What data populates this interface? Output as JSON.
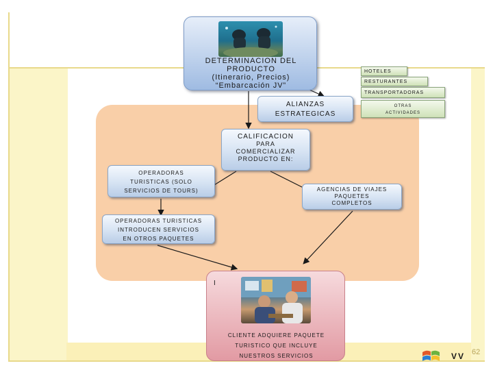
{
  "main_box": {
    "lines": [
      "DETERMINACION DEL",
      "PRODUCTO",
      "(Itinerario, Precios)",
      "“Embarcación JV”"
    ]
  },
  "alliances": {
    "lines": [
      "ALIANZAS",
      "ESTRATEGICAS"
    ]
  },
  "partners": [
    "HOTELES",
    "RESTURANTES",
    "TRANSPORTADORAS",
    "OTRAS",
    "ACTIVIDADES"
  ],
  "qualification": {
    "lines": [
      "CALIFICACION",
      "PARA",
      "COMERCIALIZAR",
      "PRODUCTO EN:"
    ]
  },
  "operators": {
    "lines": [
      "OPERADORAS",
      "TURISTICAS (SOLO",
      "SERVICIOS DE TOURS)"
    ]
  },
  "agencies": {
    "lines": [
      "AGENCIAS DE VIAJES",
      "PAQUETES",
      "COMPLETOS"
    ]
  },
  "operators_packages": {
    "lines": [
      "OPERADORAS TURISTICAS",
      "INTRODUCEN SERVICIOS",
      "EN OTROS PAQUETES"
    ]
  },
  "client": {
    "marker": "I",
    "lines": [
      "CLIENTE ADQUIERE PAQUETE",
      "TURISTICO QUE INCLUYE",
      "NUESTROS SERVICIOS"
    ]
  },
  "slide": {
    "page_number": "62"
  },
  "colors": {
    "box_fill": "#c8d8ee",
    "peach": "#f9cfa8",
    "pink": "#e8a9b0",
    "partner_fill": "#d8e8c4",
    "band": "#fbf5c8"
  },
  "icons": [
    "diver-photo",
    "client-photo",
    "windows-logo-icon"
  ]
}
